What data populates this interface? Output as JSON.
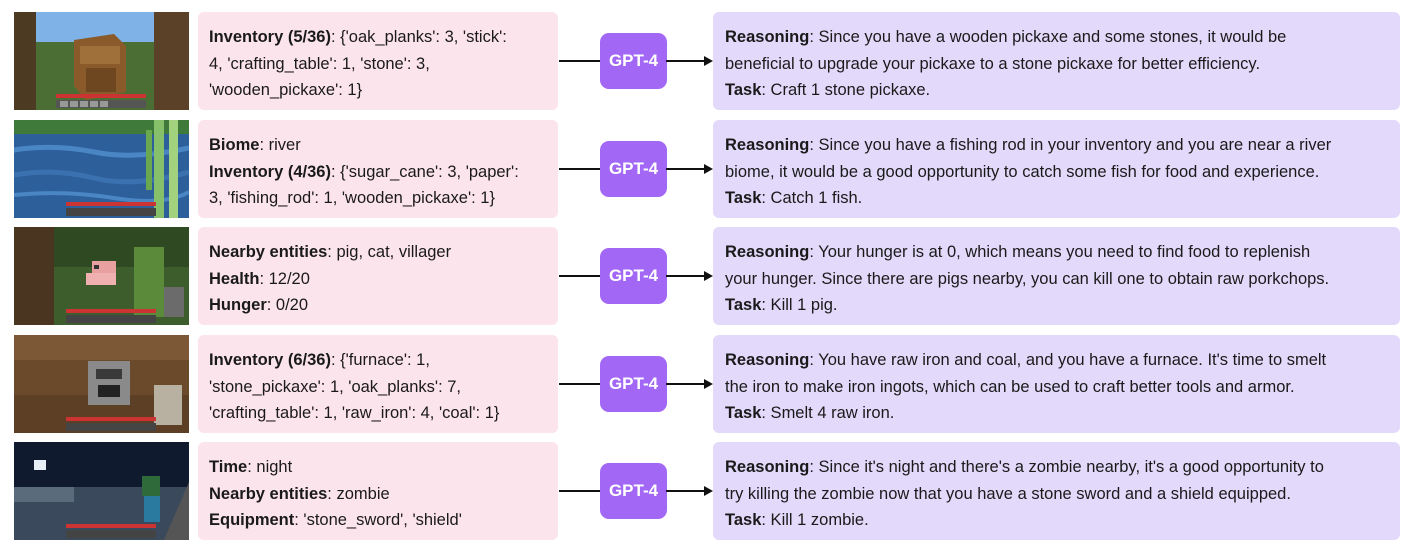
{
  "model_label": "GPT-4",
  "rows": [
    {
      "scene": "crafting-table",
      "obs": [
        {
          "key": "Inventory (5/36)",
          "val": ": {'oak_planks': 3, 'stick':"
        },
        {
          "key": "",
          "val": "4, 'crafting_table': 1, 'stone': 3,"
        },
        {
          "key": "",
          "val": "'wooden_pickaxe': 1}"
        }
      ],
      "reasoning_label": "Reasoning",
      "reasoning_lines": [
        ": Since you have a wooden pickaxe and some stones, it would be",
        "beneficial to upgrade your pickaxe to a stone pickaxe for better efficiency."
      ],
      "task_label": "Task",
      "task": ": Craft 1 stone pickaxe."
    },
    {
      "scene": "river",
      "obs": [
        {
          "key": "Biome",
          "val": ": river"
        },
        {
          "key": "Inventory (4/36)",
          "val": ": {'sugar_cane': 3, 'paper':"
        },
        {
          "key": "",
          "val": "3, 'fishing_rod': 1, 'wooden_pickaxe': 1}"
        }
      ],
      "reasoning_label": "Reasoning",
      "reasoning_lines": [
        ": Since you have a fishing rod in your inventory and you are near a river",
        "biome, it would be a good opportunity to catch some fish for food and experience."
      ],
      "task_label": "Task",
      "task": ": Catch 1 fish."
    },
    {
      "scene": "pig",
      "obs": [
        {
          "key": "Nearby entities",
          "val": ": pig, cat, villager"
        },
        {
          "key": "Health",
          "val": ": 12/20"
        },
        {
          "key": "Hunger",
          "val": ": 0/20"
        }
      ],
      "reasoning_label": "Reasoning",
      "reasoning_lines": [
        ": Your hunger is at 0, which means you need to find food to replenish",
        "your hunger. Since there are pigs nearby, you can kill one to obtain raw porkchops."
      ],
      "task_label": "Task",
      "task": ": Kill 1 pig."
    },
    {
      "scene": "furnace",
      "obs": [
        {
          "key": "Inventory (6/36)",
          "val": ": {'furnace': 1,"
        },
        {
          "key": "",
          "val": "'stone_pickaxe': 1, 'oak_planks': 7,"
        },
        {
          "key": "",
          "val": "'crafting_table': 1, 'raw_iron': 4, 'coal': 1}"
        }
      ],
      "reasoning_label": "Reasoning",
      "reasoning_lines": [
        ": You have raw iron and coal, and you have a furnace. It's time to smelt",
        "the iron to make iron ingots, which can be used to craft better tools and armor."
      ],
      "task_label": "Task",
      "task": ": Smelt 4 raw iron."
    },
    {
      "scene": "night",
      "obs": [
        {
          "key": "Time",
          "val": ": night"
        },
        {
          "key": "Nearby entities",
          "val": ": zombie"
        },
        {
          "key": "Equipment",
          "val": ": 'stone_sword', 'shield'"
        }
      ],
      "reasoning_label": "Reasoning",
      "reasoning_lines": [
        ": Since it's night and there's a zombie nearby, it's a good opportunity to",
        "try killing the zombie now that you have a stone sword and a shield equipped."
      ],
      "task_label": "Task",
      "task": ": Kill 1 zombie."
    }
  ]
}
